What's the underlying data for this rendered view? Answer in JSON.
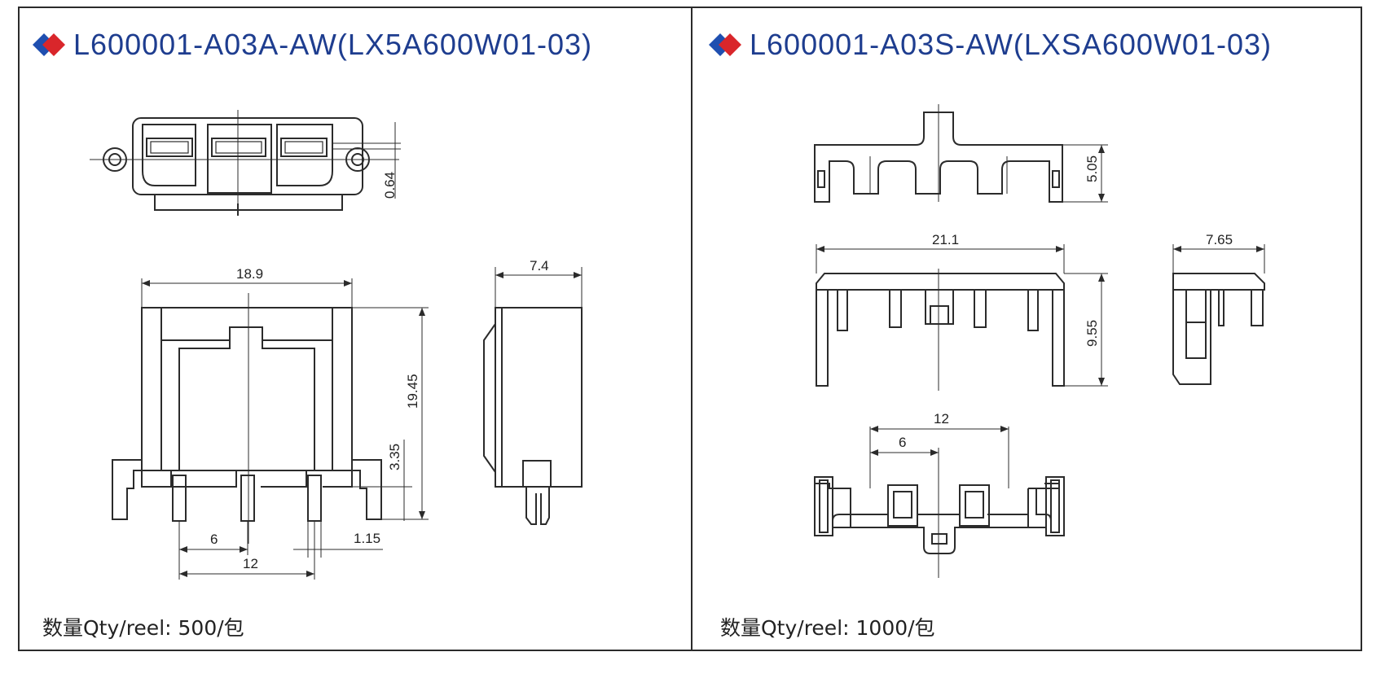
{
  "left_panel": {
    "title": "L600001-A03A-AW(LX5A600W01-03)",
    "qty_text": "数量Qty/reel:  500/包",
    "dims": {
      "d064": "0.64",
      "d189": "18.9",
      "d74": "7.4",
      "d1945": "19.45",
      "d335": "3.35",
      "d6": "6",
      "d115": "1.15",
      "d12": "12"
    }
  },
  "right_panel": {
    "title": "L600001-A03S-AW(LXSA600W01-03)",
    "qty_text": "数量Qty/reel:  1000/包",
    "dims": {
      "d505": "5.05",
      "d211": "21.1",
      "d765": "7.65",
      "d955": "9.55",
      "d12": "12",
      "d6": "6"
    }
  },
  "colors": {
    "title": "#1e3d8f",
    "diamond_blue": "#1f4fb0",
    "diamond_red": "#d9262b",
    "line": "#2b2b2b"
  }
}
